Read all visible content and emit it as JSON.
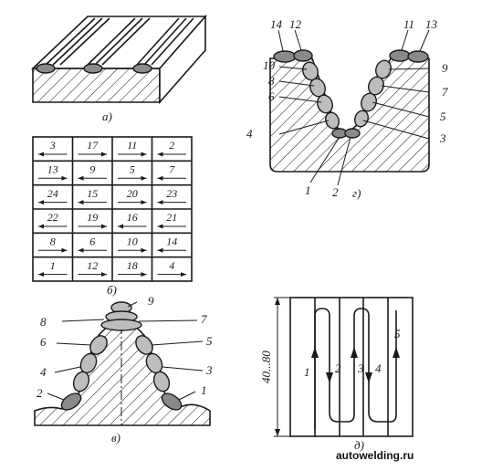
{
  "captions": {
    "a": "а)",
    "b": "б)",
    "v": "в)",
    "g": "г)",
    "d": "д)"
  },
  "grid": {
    "rows": [
      [
        {
          "n": "3",
          "dir": "left"
        },
        {
          "n": "17",
          "dir": "right"
        },
        {
          "n": "11",
          "dir": "right"
        },
        {
          "n": "2",
          "dir": "left"
        }
      ],
      [
        {
          "n": "13",
          "dir": "right"
        },
        {
          "n": "9",
          "dir": "left"
        },
        {
          "n": "5",
          "dir": "right"
        },
        {
          "n": "7",
          "dir": "left"
        }
      ],
      [
        {
          "n": "24",
          "dir": "left"
        },
        {
          "n": "15",
          "dir": "left"
        },
        {
          "n": "20",
          "dir": "right"
        },
        {
          "n": "23",
          "dir": "left"
        }
      ],
      [
        {
          "n": "22",
          "dir": "left"
        },
        {
          "n": "19",
          "dir": "right"
        },
        {
          "n": "16",
          "dir": "left"
        },
        {
          "n": "21",
          "dir": "left"
        }
      ],
      [
        {
          "n": "8",
          "dir": "right"
        },
        {
          "n": "6",
          "dir": "left"
        },
        {
          "n": "10",
          "dir": "right"
        },
        {
          "n": "14",
          "dir": "left"
        }
      ],
      [
        {
          "n": "1",
          "dir": "left"
        },
        {
          "n": "12",
          "dir": "right"
        },
        {
          "n": "18",
          "dir": "right"
        },
        {
          "n": "4",
          "dir": "right"
        }
      ]
    ]
  },
  "groove_labels": {
    "l14": "14",
    "l12": "12",
    "l11": "11",
    "l13": "13",
    "l10": "10",
    "l8": "8",
    "l6": "6",
    "l4": "4",
    "l9": "9",
    "l7": "7",
    "l5": "5",
    "l3": "3",
    "l1": "1",
    "l2": "2"
  },
  "dome_labels": {
    "l9": "9",
    "l8": "8",
    "l7": "7",
    "l6": "6",
    "l5": "5",
    "l4": "4",
    "l3": "3",
    "l2": "2",
    "l1": "1"
  },
  "serpentine": {
    "dimension": "40...80",
    "passes": [
      "1",
      "2",
      "3",
      "4",
      "5"
    ]
  },
  "watermark": "autowelding.ru"
}
